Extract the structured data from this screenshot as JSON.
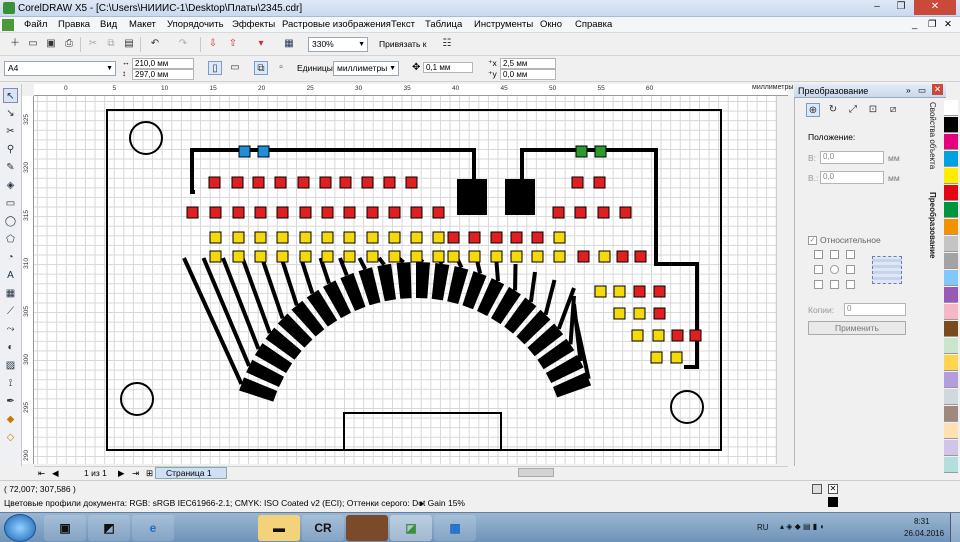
{
  "window": {
    "title": "CorelDRAW X5 - [C:\\Users\\НИИИС-1\\Desktop\\Платы\\2345.cdr]",
    "minimize": "–",
    "restore": "❐",
    "close": "✕",
    "doc_minimize": "_",
    "doc_restore": "❐",
    "doc_close": "✕"
  },
  "menu": [
    "Файл",
    "Правка",
    "Вид",
    "Макет",
    "Упорядочить",
    "Эффекты",
    "Растровые изображения",
    "Текст",
    "Таблица",
    "Инструменты",
    "Окно",
    "Справка"
  ],
  "toolbar": {
    "zoom": "330%",
    "snap_label": "Привязать к"
  },
  "property_bar": {
    "page_size": "A4",
    "width": "210,0 мм",
    "height": "297,0 мм",
    "units_label": "Единицы:",
    "units": "миллиметры",
    "nudge": "0,1 мм",
    "dup_x": "2,5 мм",
    "dup_y": "0,0 мм"
  },
  "ruler": {
    "units": "миллиметры",
    "h_ticks": [
      "0",
      "5",
      "10",
      "15",
      "20",
      "25",
      "30",
      "35",
      "40",
      "45",
      "50",
      "55",
      "60"
    ],
    "v_ticks": [
      "325",
      "320",
      "315",
      "310",
      "305",
      "300",
      "295",
      "290"
    ]
  },
  "page_nav": {
    "counter": "1 из 1",
    "tab": "Страница 1"
  },
  "status": {
    "coords": "( 72,007; 307,586 )",
    "color_profiles": "Цветовые профили документа: RGB: sRGB IEC61966-2.1; CMYK: ISO Coated v2 (ECI); Оттенки серого: Dot Gain 15%"
  },
  "docker": {
    "title": "Преобразование",
    "position_label": "Положение:",
    "x_label": "В:",
    "x_value": "0,0",
    "y_label": "В.:",
    "y_value": "0,0",
    "unit": "мм",
    "relative_label": "Относительное",
    "copies_label": "Копии:",
    "copies_value": "0",
    "apply_button": "Применить",
    "vertical_tabs": [
      "Свойства объекта",
      "Преобразование"
    ]
  },
  "palette_colors": [
    "#ffffff",
    "#000000",
    "#e6007e",
    "#00a0e3",
    "#ffed00",
    "#e30613",
    "#009640",
    "#f39200",
    "#c4c4c4",
    "#a3a3a3",
    "#7fc8f8",
    "#9b59b6",
    "#f7b6c6",
    "#7a4a1f",
    "#c8e6c9",
    "#ffd54f",
    "#b39ddb",
    "#cfd8dc",
    "#a1887f",
    "#ffe0b2",
    "#d1c4e9",
    "#b2dfdb"
  ],
  "board_colors": {
    "outline": "#000000",
    "pad_red": "#e02020",
    "pad_yellow": "#f5d90a",
    "pad_blue": "#1e90d8",
    "pad_green": "#2a9a2a"
  },
  "taskbar": {
    "tasks": [
      "explorer-icon",
      "media-icon",
      "ie-icon",
      "folder-icon",
      "CR",
      "winrar-icon",
      "stamp-icon",
      "photo-icon"
    ],
    "lang": "RU",
    "time": "8:31",
    "date": "26.04.2016"
  }
}
